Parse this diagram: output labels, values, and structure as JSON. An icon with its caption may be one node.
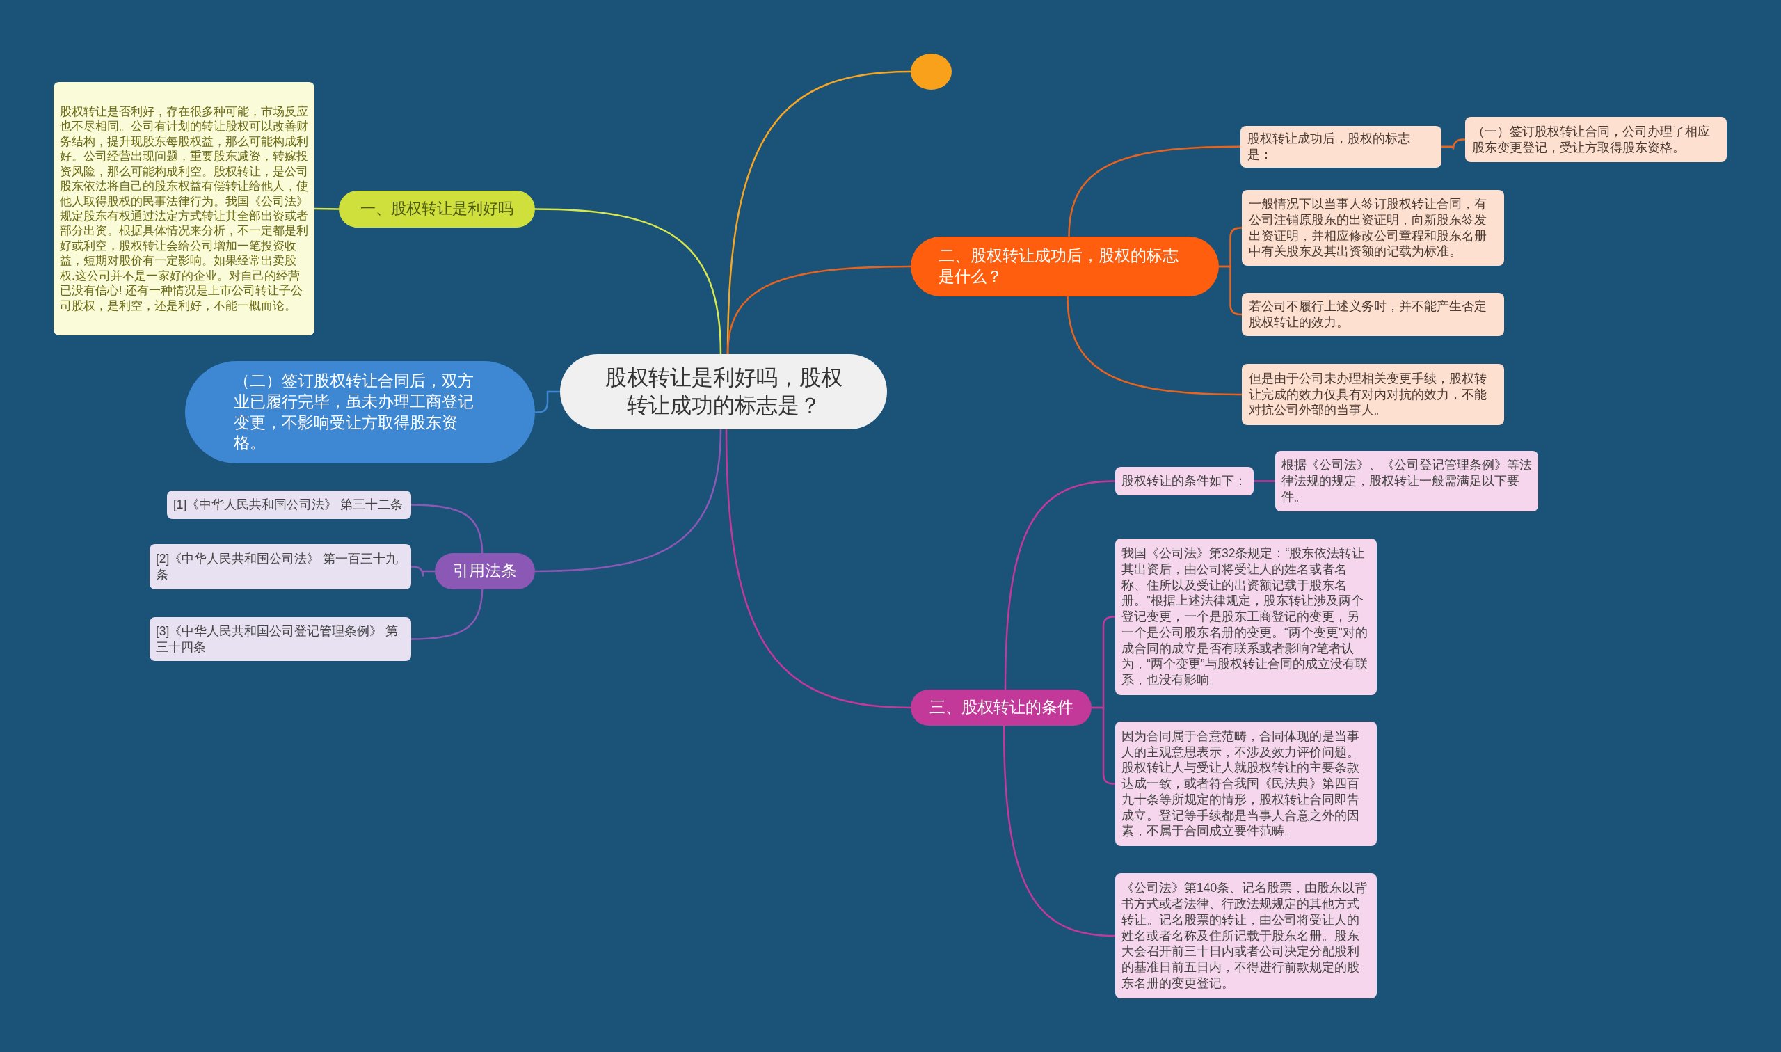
{
  "diagram": {
    "nodes": [
      {
        "text": [
          "股权转让是利好吗，股权转让成功的标志是？"
        ]
      },
      {
        "text": [],
        "shape": "circle"
      },
      {
        "text": [
          "一、股权转让是利好吗"
        ]
      },
      {
        "text": [
          "股权转让是否利好，存在很多种可能，市场反应也不尽相同。公司有计划的转让股权可以改善财务结构，提升现股东每股权益，那么可能构成利好。公司经营出现问题，重要股东减资，转嫁投资风险，那么可能构成利空。股权转让，是公司股东依法将自己的股东权益有偿转让给他人，使他人取得股权的民事法律行为。我国《公司法》规定股东有权通过法定方式转让其全部出资或者部分出资。根据具体情况来分析，不一定都是利好或利空，股权转让会给公司增加一笔投资收益，短期对股价有一定影响。如果经常出卖股权.这公司并不是一家好的企业。对自己的经营已没有信心! 还有一种情况是上市公司转让子公司股权，是利空，还是利好，不能一概而论。"
        ]
      },
      {
        "text": [
          "（二）签订股权转让合同后，双方业已履行完毕，虽未办理工商登记变更，不影响受让方取得股东资格。"
        ]
      },
      {
        "text": [
          "二、股权转让成功后，股权的标志是什么？"
        ]
      },
      {
        "text": [
          "股权转让成功后，股权的标志是："
        ]
      },
      {
        "text": [
          "（一）签订股权转让合同，公司办理了相应股东变更登记，受让方取得股东资格。"
        ]
      },
      {
        "text": [
          "一般情况下以当事人签订股权转让合同，有公司注销原股东的出资证明，向新股东签发出资证明，并相应修改公司章程和股东名册中有关股东及其出资额的记载为标准。"
        ]
      },
      {
        "text": [
          "若公司不履行上述义务时，并不能产生否定股权转让的效力。"
        ]
      },
      {
        "text": [
          "但是由于公司未办理相关变更手续，股权转让完成的效力仅具有对内对抗的效力，不能对抗公司外部的当事人。"
        ]
      },
      {
        "text": [
          "引用法条"
        ]
      },
      {
        "text": [
          "[1]《中华人民共和国公司法》 第三十二条"
        ]
      },
      {
        "text": [
          "[2]《中华人民共和国公司法》 第一百三十九条"
        ]
      },
      {
        "text": [
          "[3]《中华人民共和国公司登记管理条例》 第三十四条"
        ]
      },
      {
        "text": [
          "三、股权转让的条件"
        ]
      },
      {
        "text": [
          "股权转让的条件如下："
        ]
      },
      {
        "text": [
          "根据《公司法》、《公司登记管理条例》等法律法规的规定，股权转让一般需满足以下要件。"
        ]
      },
      {
        "text": [
          "我国《公司法》第32条规定：“股东依法转让其出资后，由公司将受让人的姓名或者名称、住所以及受让的出资额记载于股东名册。”根据上述法律规定，股东转让涉及两个登记变更，一个是股东工商登记的变更，另一个是公司股东名册的变更。“两个变更”对的成合同的成立是否有联系或者影响?笔者认为，“两个变更”与股权转让合同的成立没有联系，也没有影响。"
        ]
      },
      {
        "text": [
          "因为合同属于合意范畴，合同体现的是当事人的主观意思表示，不涉及效力评价问题。股权转让人与受让人就股权转让的主要条款达成一致，或者符合我国《民法典》第四百九十条等所规定的情形，股权转让合同即告成立。登记等手续都是当事人合意之外的因素，不属于合同成立要件范畴。"
        ]
      },
      {
        "text": [
          "《公司法》第140条、记名股票，由股东以背书方式或者法律、行政法规规定的其他方式转让。记名股票的转让，由公司将受让人的姓名或者名称及住所记载于股东名册。股东大会召开前三十日内或者公司决定分配股利的基准日前五日内，不得进行前款规定的股东名册的变更登记。"
        ]
      }
    ],
    "edges": [
      {
        "from": 0,
        "to": 1,
        "arrow": "none",
        "color": "#f5a623"
      },
      {
        "from": 0,
        "to": 2,
        "arrow": "none",
        "color": "#d7e84e"
      },
      {
        "from": 2,
        "to": 3,
        "arrow": "none",
        "color": "#d7e84e"
      },
      {
        "from": 0,
        "to": 4,
        "arrow": "none",
        "color": "#3d87d3"
      },
      {
        "from": 0,
        "to": 5,
        "arrow": "none",
        "color": "#e8631d"
      },
      {
        "from": 5,
        "to": 6,
        "arrow": "none",
        "color": "#e8631d"
      },
      {
        "from": 6,
        "to": 7,
        "arrow": "none",
        "color": "#e8631d"
      },
      {
        "from": 5,
        "to": 8,
        "arrow": "none",
        "color": "#e8631d"
      },
      {
        "from": 5,
        "to": 9,
        "arrow": "none",
        "color": "#e8631d"
      },
      {
        "from": 5,
        "to": 10,
        "arrow": "none",
        "color": "#e8631d"
      },
      {
        "from": 0,
        "to": 11,
        "arrow": "none",
        "color": "#8b59b5"
      },
      {
        "from": 11,
        "to": 12,
        "arrow": "none",
        "color": "#8b59b5"
      },
      {
        "from": 11,
        "to": 13,
        "arrow": "none",
        "color": "#8b59b5"
      },
      {
        "from": 11,
        "to": 14,
        "arrow": "none",
        "color": "#8b59b5"
      },
      {
        "from": 0,
        "to": 15,
        "arrow": "none",
        "color": "#c2399a"
      },
      {
        "from": 15,
        "to": 16,
        "arrow": "none",
        "color": "#c2399a"
      },
      {
        "from": 16,
        "to": 17,
        "arrow": "none",
        "color": "#c2399a"
      },
      {
        "from": 15,
        "to": 18,
        "arrow": "none",
        "color": "#c2399a"
      },
      {
        "from": 15,
        "to": 19,
        "arrow": "none",
        "color": "#c2399a"
      },
      {
        "from": 15,
        "to": 20,
        "arrow": "none",
        "color": "#c2399a"
      }
    ]
  }
}
